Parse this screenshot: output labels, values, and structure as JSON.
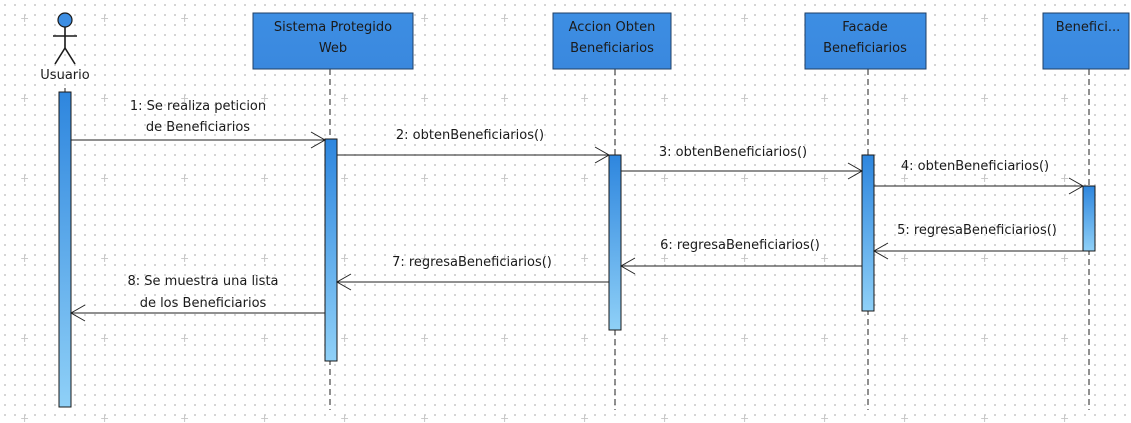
{
  "colors": {
    "box_fill": "#3d8ee3",
    "box_stroke": "#1f3f66",
    "activation_top": "#2e86de",
    "activation_bottom": "#8fd0f7",
    "line": "#222222"
  },
  "actor": {
    "label": "Usuario",
    "icon": "stick-figure-icon"
  },
  "participants": [
    {
      "id": "sistema",
      "lines": [
        "Sistema Protegido",
        "Web"
      ]
    },
    {
      "id": "accion",
      "lines": [
        "Accion Obten",
        "Beneficiarios"
      ]
    },
    {
      "id": "facade",
      "lines": [
        "Facade",
        "Beneficiarios"
      ]
    },
    {
      "id": "benefici",
      "lines": [
        "Benefici..."
      ]
    }
  ],
  "messages": [
    {
      "from": "usuario",
      "to": "sistema",
      "lines": [
        "1: Se realiza peticion",
        "de Beneficiarios"
      ],
      "type": "call"
    },
    {
      "from": "sistema",
      "to": "accion",
      "lines": [
        "2: obtenBeneficiarios()"
      ],
      "type": "call"
    },
    {
      "from": "accion",
      "to": "facade",
      "lines": [
        "3: obtenBeneficiarios()"
      ],
      "type": "call"
    },
    {
      "from": "facade",
      "to": "benefici",
      "lines": [
        "4: obtenBeneficiarios()"
      ],
      "type": "call"
    },
    {
      "from": "benefici",
      "to": "facade",
      "lines": [
        "5: regresaBeneficiarios()"
      ],
      "type": "return"
    },
    {
      "from": "facade",
      "to": "accion",
      "lines": [
        "6: regresaBeneficiarios()"
      ],
      "type": "return"
    },
    {
      "from": "accion",
      "to": "sistema",
      "lines": [
        "7: regresaBeneficiarios()"
      ],
      "type": "return"
    },
    {
      "from": "sistema",
      "to": "usuario",
      "lines": [
        "8: Se muestra una lista",
        "de los Beneficiarios"
      ],
      "type": "return"
    }
  ]
}
